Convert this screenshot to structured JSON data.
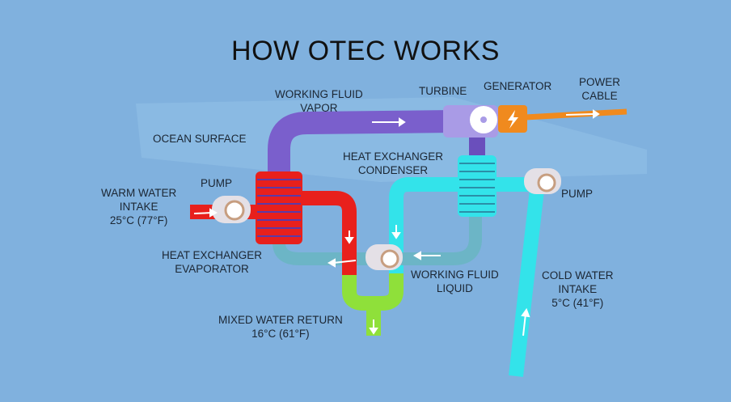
{
  "title": "HOW OTEC WORKS",
  "labels": {
    "working_fluid_vapor": [
      "WORKING FLUID",
      "VAPOR"
    ],
    "turbine": "TURBINE",
    "generator": "GENERATOR",
    "power_cable": [
      "POWER",
      "CABLE"
    ],
    "ocean_surface": "OCEAN SURFACE",
    "condenser": [
      "HEAT EXCHANGER",
      "CONDENSER"
    ],
    "pump_warm": "PUMP",
    "pump_cold": "PUMP",
    "warm_water_intake": [
      "WARM WATER",
      "INTAKE",
      "25°C (77°F)"
    ],
    "evaporator": [
      "HEAT EXCHANGER",
      "EVAPORATOR"
    ],
    "working_fluid_liquid": [
      "WORKING FLUID",
      "LIQUID"
    ],
    "cold_water_intake": [
      "COLD WATER",
      "INTAKE",
      "5°C (41°F)"
    ],
    "mixed_water_return": [
      "MIXED WATER RETURN",
      "16°C (61°F)"
    ]
  },
  "colors": {
    "background": "#80b1de",
    "vapor": "#7a5fcc",
    "warm": "#e8201c",
    "cold": "#33e3ea",
    "liquid": "#6cb5c6",
    "mixed": "#8fe03a",
    "generator": "#f08a1e"
  }
}
